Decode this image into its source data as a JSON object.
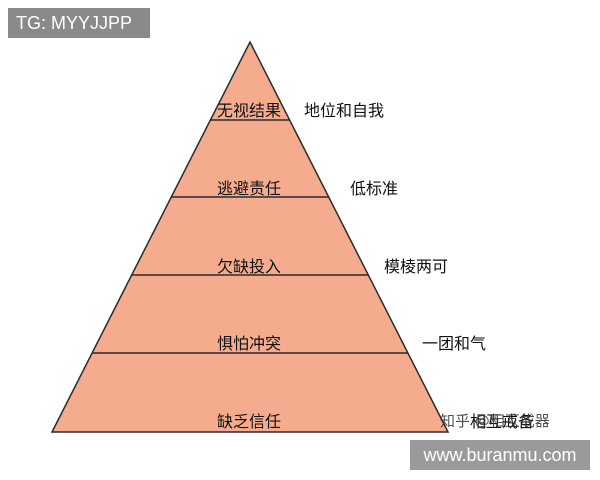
{
  "badge": {
    "text": "TG: MYYJJPP"
  },
  "watermark": {
    "text": "www.buranmu.com"
  },
  "overlay": {
    "text": "知乎 @相互成器"
  },
  "colors": {
    "fill": "#f5ac8e",
    "stroke": "#2a2a2a",
    "text": "#111111"
  },
  "pyramid": {
    "levels": [
      {
        "label": "无视结果",
        "side": "地位和自我"
      },
      {
        "label": "逃避责任",
        "side": "低标准"
      },
      {
        "label": "欠缺投入",
        "side": "模棱两可"
      },
      {
        "label": "惧怕冲突",
        "side": "一团和气"
      },
      {
        "label": "缺乏信任",
        "side": "相互戒备"
      }
    ]
  }
}
